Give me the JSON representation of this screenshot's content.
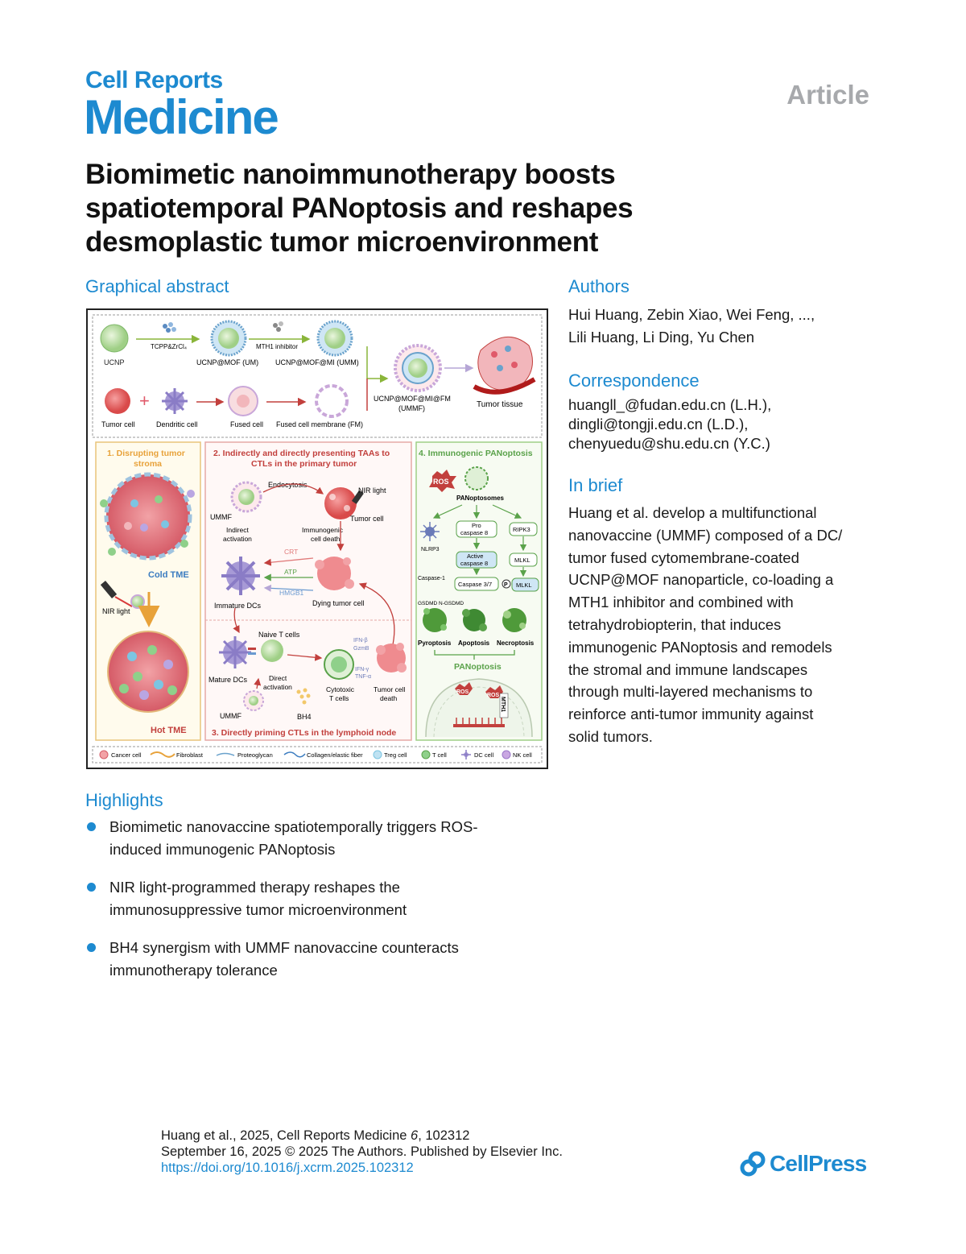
{
  "journal": {
    "name_top": "Cell Reports",
    "name_main": "Medicine",
    "article_type": "Article"
  },
  "title": "Biomimetic nanoimmunotherapy boosts spatiotemporal PANoptosis and reshapes desmoplastic tumor microenvironment",
  "graphical_abstract": {
    "heading": "Graphical abstract",
    "top_row": {
      "ucnp": "UCNP",
      "reagent1": "TCPP&ZrCl₄",
      "um": "UCNP@MOF (UM)",
      "reagent2": "MTH1 inhibitor",
      "umm": "UCNP@MOF@MI (UMM)",
      "ummf_line1": "UCNP@MOF@MI@FM",
      "ummf_line2": "(UMMF)",
      "tumor_tissue": "Tumor tissue",
      "tumor_cell": "Tumor cell",
      "dendritic_cell": "Dendritic cell",
      "fused_cell": "Fused cell",
      "fused_membrane": "Fused cell membrane (FM)"
    },
    "panel1": {
      "title_line1": "1. Disrupting tumor",
      "title_line2": "stroma",
      "cold": "Cold TME",
      "nir": "NIR light",
      "hot": "Hot TME"
    },
    "panel2": {
      "title_line1": "2. Indirectly and directly presenting TAAs to",
      "title_line2": "CTLs in the primary tumor",
      "endocytosis": "Endocytosis",
      "nir": "NIR light",
      "ummf": "UMMF",
      "tumor_cell": "Tumor cell",
      "indirect1": "Indirect",
      "indirect2": "activation",
      "icd1": "Immunogenic",
      "icd2": "cell death",
      "crt": "CRT",
      "atp": "ATP",
      "hmgb1": "HMGB1",
      "immature": "Immature DCs",
      "dying": "Dying tumor cell"
    },
    "panel3": {
      "title": "3. Directly priming CTLs in the lymphoid node",
      "naive": "Naive T cells",
      "mature": "Mature DCs",
      "direct1": "Direct",
      "direct2": "activation",
      "cyto1": "Cytotoxic",
      "cyto2": "T cells",
      "death1": "Tumor cell",
      "death2": "death",
      "ummf": "UMMF",
      "bh4": "BH4",
      "ifnb": "IFN-β",
      "gzmb": "GzmB",
      "ifng": "IFN-γ",
      "tnfa": "TNF-α"
    },
    "panel4": {
      "title": "4. Immunogenic PANoptosis",
      "ros": "ROS",
      "panoptosomes": "PANoptosomes",
      "pro1": "Pro",
      "pro2": "caspase 8",
      "ripk3": "RIPK3",
      "nlrp3": "NLRP3",
      "active1": "Active",
      "active2": "caspase 8",
      "mlkl": "MLKL",
      "caspase1": "Caspase-1",
      "caspase37": "Caspase 3/7",
      "p": "P",
      "mlkl2": "MLKL",
      "gsdmd": "GSDMD N-GSDMD",
      "pyroptosis": "Pyroptosis",
      "apoptosis": "Apoptosis",
      "necroptosis": "Necroptosis",
      "panoptosis": "PANoptosis",
      "ros_a": "ROS",
      "ros_b": "ROS",
      "mth1": "MTH1"
    },
    "legend": [
      "Cancer cell",
      "Fibroblast",
      "Proteoglycan",
      "Collagen/elastic fiber",
      "Treg cell",
      "T cell",
      "DC cell",
      "NK cell"
    ]
  },
  "authors": {
    "heading": "Authors",
    "line1": "Hui Huang, Zebin Xiao, Wei Feng, ...,",
    "line2": "Lili Huang, Li Ding, Yu Chen"
  },
  "correspondence": {
    "heading": "Correspondence",
    "lines": [
      "huangll_@fudan.edu.cn (L.H.),",
      "dingli@tongji.edu.cn (L.D.),",
      "chenyuedu@shu.edu.cn (Y.C.)"
    ]
  },
  "in_brief": {
    "heading": "In brief",
    "lines": [
      "Huang et al. develop a multifunctional",
      "nanovaccine (UMMF) composed of a DC/",
      "tumor fused cytomembrane-coated",
      "UCNP@MOF nanoparticle, co-loading a",
      "MTH1 inhibitor and combined with",
      "tetrahydrobiopterin, that induces",
      "immunogenic PANoptosis and remodels",
      "the stromal and immune landscapes",
      "through multi-layered mechanisms to",
      "reinforce anti-tumor immunity against",
      "solid tumors."
    ]
  },
  "highlights": {
    "heading": "Highlights",
    "items": [
      {
        "line1": "Biomimetic nanovaccine spatiotemporally triggers ROS-",
        "line2": "induced immunogenic PANoptosis"
      },
      {
        "line1": "NIR light-programmed therapy reshapes the",
        "line2": "immunosuppressive tumor microenvironment"
      },
      {
        "line1": "BH4 synergism with UMMF nanovaccine counteracts",
        "line2": "immunotherapy tolerance"
      }
    ]
  },
  "footer": {
    "citation_prefix": "Huang et al., 2025, Cell Reports Medicine ",
    "citation_volume": "6",
    "citation_suffix": ", 102312",
    "date_line": "September 16, 2025 © 2025 The Authors. Published by Elsevier Inc.",
    "doi": "https://doi.org/10.1016/j.xcrm.2025.102312",
    "publisher": "CellPress"
  },
  "colors": {
    "accent": "#1d8ad0",
    "article_gray": "#a7a9ac",
    "panel1": "#e8a23a",
    "panel2": "#c2403d",
    "panel4": "#5aa24a"
  }
}
